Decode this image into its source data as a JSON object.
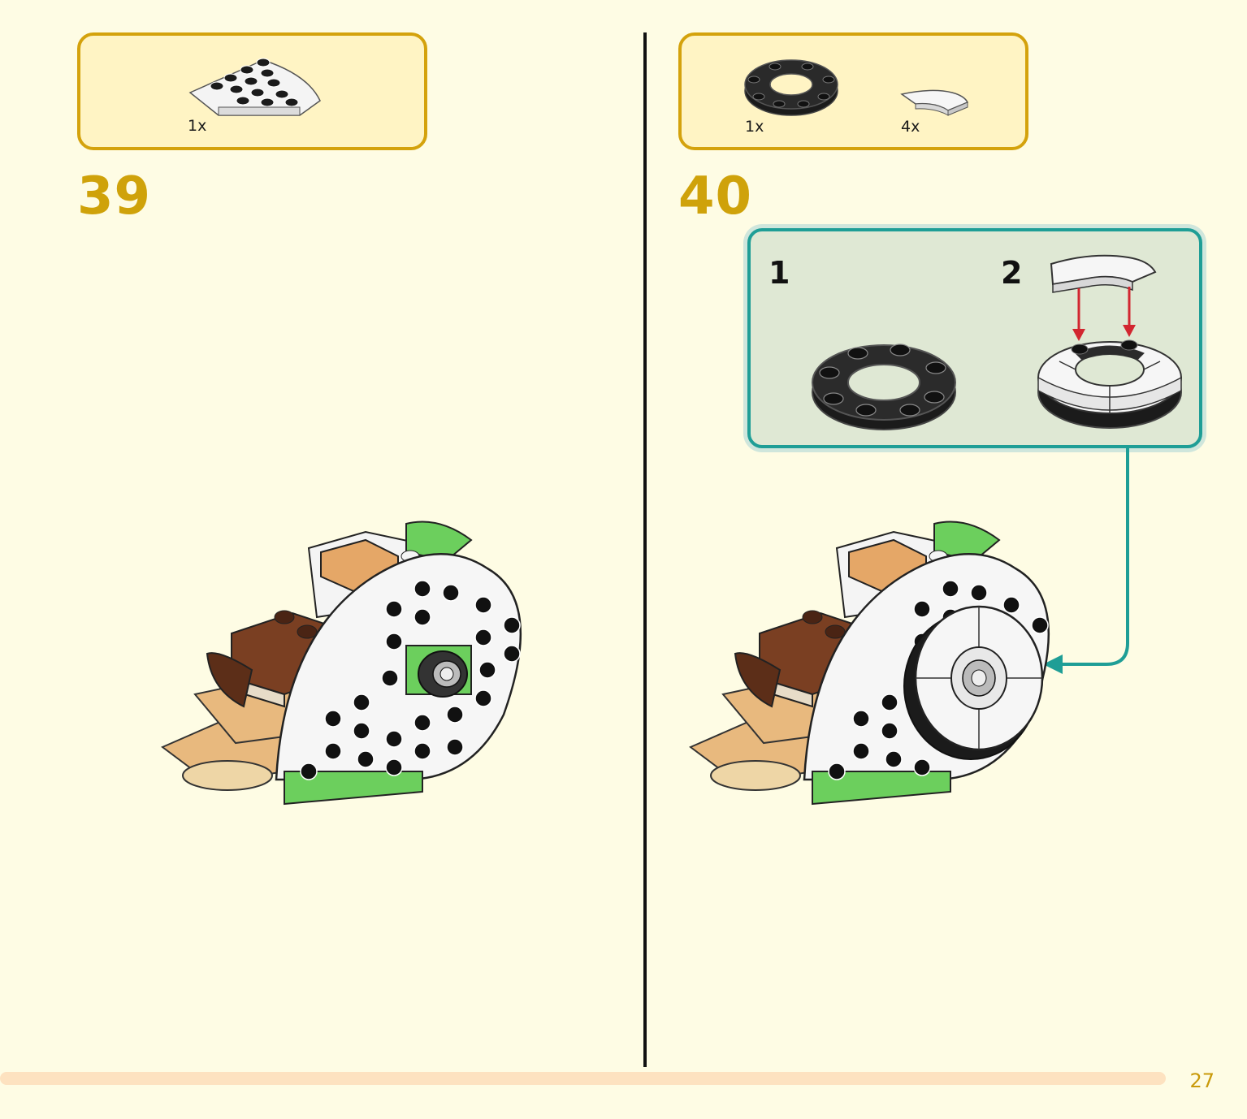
{
  "steps": [
    {
      "number": "39",
      "parts": [
        {
          "qty": "1x",
          "part": "white-quarter-round-plate"
        }
      ]
    },
    {
      "number": "40",
      "parts": [
        {
          "qty": "1x",
          "part": "black-round-ring-plate"
        },
        {
          "qty": "4x",
          "part": "white-curved-tile"
        }
      ],
      "sub_steps": [
        {
          "number": "1"
        },
        {
          "number": "2"
        }
      ]
    }
  ],
  "page": {
    "number": "27"
  },
  "progress": {
    "fraction": 0.0
  },
  "colors": {
    "step_number": "#cfa20a",
    "parts_border": "#d4a20c",
    "parts_fill": "#fff4c4",
    "sub_panel_border": "#1f9e96",
    "arrow_red": "#d22630",
    "background": "#fefce4"
  },
  "icons": {
    "part_1": "white-quarter-round-plate-icon",
    "part_2": "black-ring-plate-icon",
    "part_3": "white-curved-tile-icon",
    "model": "build-model-illustration"
  }
}
